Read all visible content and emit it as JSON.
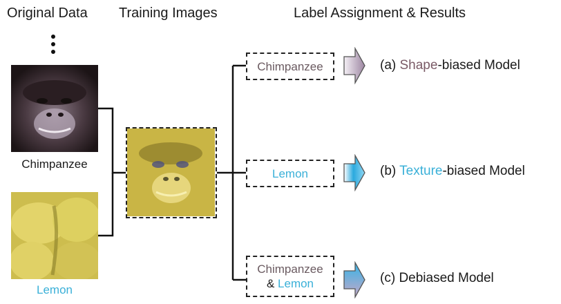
{
  "headers": {
    "original_data": "Original Data",
    "training_images": "Training Images",
    "label_assignment": "Label Assignment & Results"
  },
  "original": {
    "chimp_label": "Chimpanzee",
    "lemon_label": "Lemon"
  },
  "labels": {
    "a": "Chimpanzee",
    "b": "Lemon",
    "c_part1": "Chimpanzee",
    "c_amp": "& ",
    "c_part2": "Lemon"
  },
  "results": {
    "a": {
      "prefix": "(a) ",
      "key": "Shape",
      "suffix": "-biased Model"
    },
    "b": {
      "prefix": "(b) ",
      "key": "Texture",
      "suffix": "-biased Model"
    },
    "c": {
      "prefix": "(c) ",
      "key": "",
      "suffix": "Debiased Model"
    }
  },
  "colors": {
    "shape": "#7a5a66",
    "texture": "#3ab0d8",
    "chimp_text": "#6a5a60",
    "arrow_shape": "#b7a5ba",
    "arrow_texture": "#4fc0e8",
    "lemon_fill": "#d8c85a"
  },
  "icons": [
    "ellipsis-vertical-icon",
    "arrow-right-icon"
  ]
}
